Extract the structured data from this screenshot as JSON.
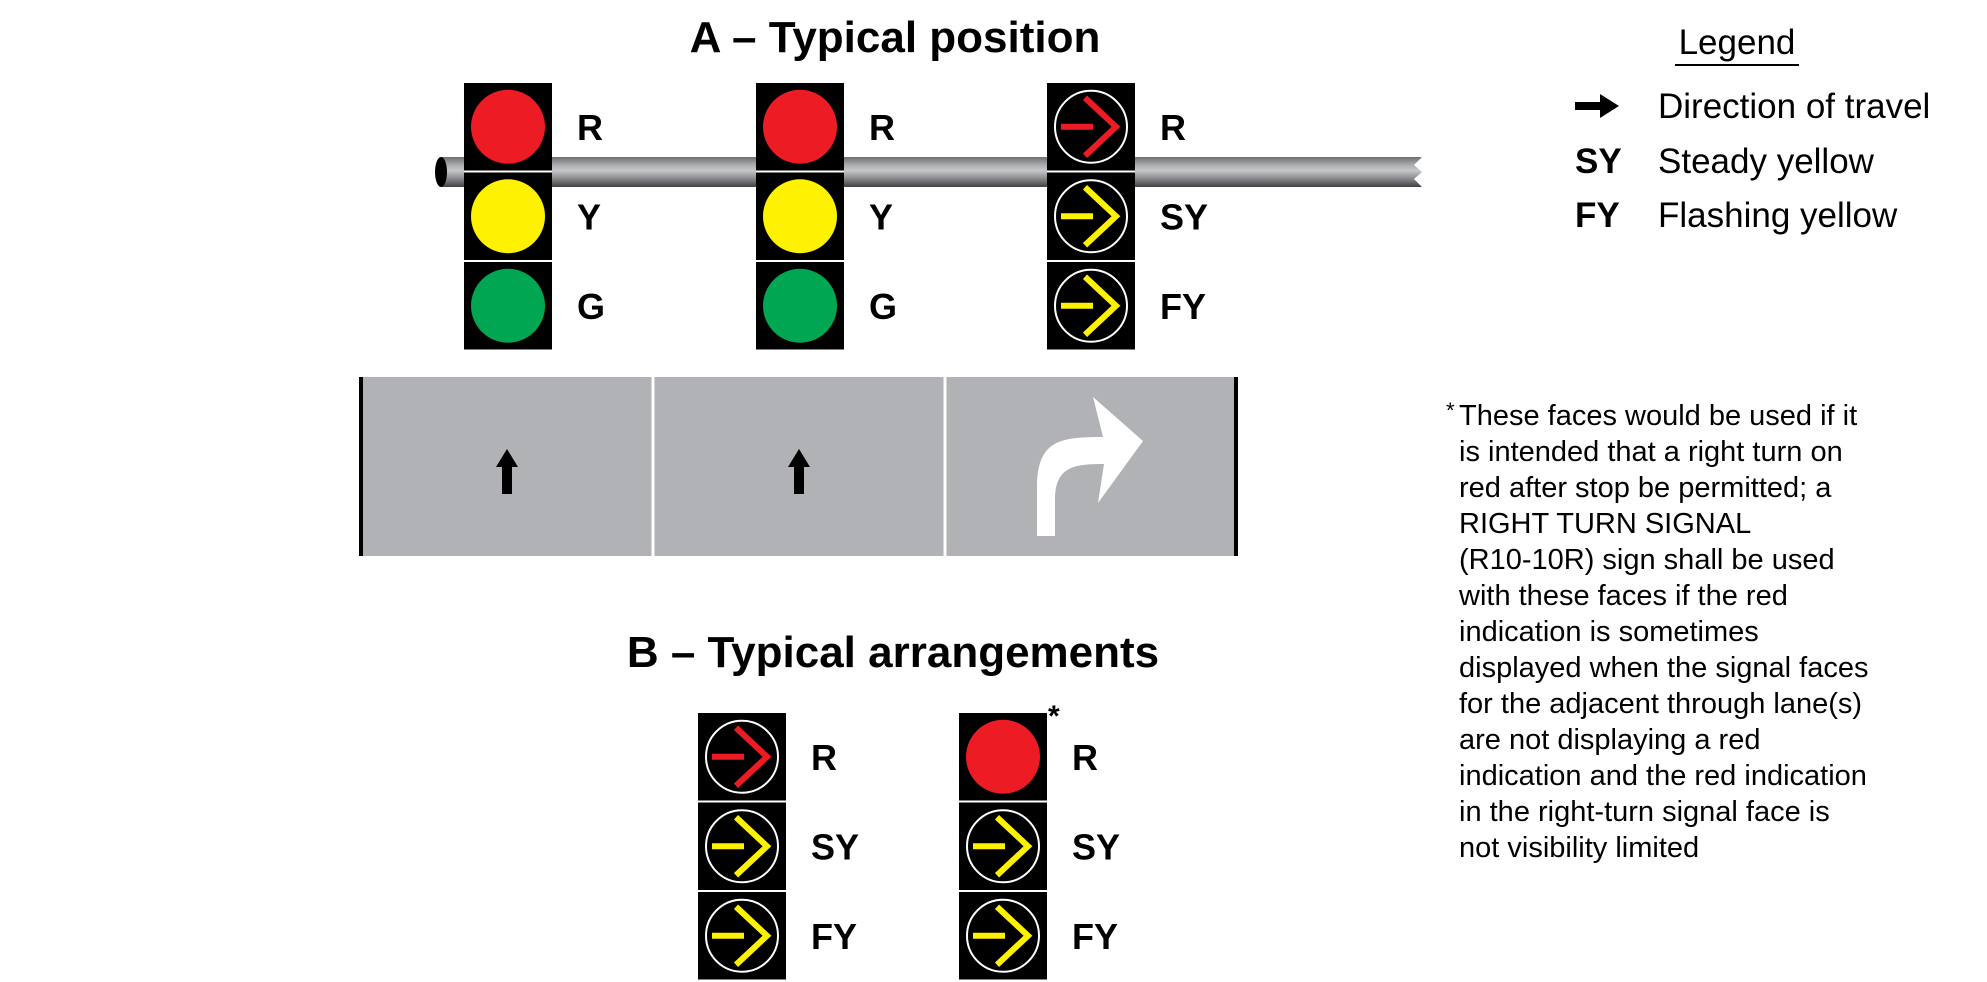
{
  "colors": {
    "red": "#ED1C24",
    "yellow": "#FFF200",
    "green": "#00A651",
    "housing": "#000000",
    "lane": "#B1B2B5",
    "lane_divider": "#FFFFFF",
    "edge_line": "#000000",
    "turn_arrow": "#FFFFFF",
    "lane_arrow": "#000000"
  },
  "section_a": {
    "title": "A – Typical position",
    "signal_faces": [
      {
        "id": "through-left",
        "indications": [
          {
            "type": "ball",
            "color": "red",
            "label": "R"
          },
          {
            "type": "ball",
            "color": "yellow",
            "label": "Y"
          },
          {
            "type": "ball",
            "color": "green",
            "label": "G"
          }
        ]
      },
      {
        "id": "through-right",
        "indications": [
          {
            "type": "ball",
            "color": "red",
            "label": "R"
          },
          {
            "type": "ball",
            "color": "yellow",
            "label": "Y"
          },
          {
            "type": "ball",
            "color": "green",
            "label": "G"
          }
        ]
      },
      {
        "id": "right-turn",
        "indications": [
          {
            "type": "right-arrow",
            "color": "red",
            "label": "R"
          },
          {
            "type": "right-arrow",
            "color": "yellow",
            "label": "SY"
          },
          {
            "type": "right-arrow",
            "color": "yellow",
            "label": "FY"
          }
        ]
      }
    ],
    "lanes": [
      {
        "movement": "through",
        "icon": "up-arrow-icon"
      },
      {
        "movement": "through",
        "icon": "up-arrow-icon"
      },
      {
        "movement": "right-turn",
        "icon": "right-turn-arrow-icon"
      }
    ]
  },
  "section_b": {
    "title": "B – Typical arrangements",
    "signal_faces": [
      {
        "id": "arrangement-1",
        "footnote_mark": "",
        "indications": [
          {
            "type": "right-arrow",
            "color": "red",
            "label": "R"
          },
          {
            "type": "right-arrow",
            "color": "yellow",
            "label": "SY"
          },
          {
            "type": "right-arrow",
            "color": "yellow",
            "label": "FY"
          }
        ]
      },
      {
        "id": "arrangement-2",
        "footnote_mark": "*",
        "indications": [
          {
            "type": "ball",
            "color": "red",
            "label": "R"
          },
          {
            "type": "right-arrow",
            "color": "yellow",
            "label": "SY"
          },
          {
            "type": "right-arrow",
            "color": "yellow",
            "label": "FY"
          }
        ]
      }
    ]
  },
  "legend": {
    "title": "Legend",
    "items": [
      {
        "symbol": "→",
        "symbol_icon": "direction-arrow-icon",
        "text": "Direction of travel"
      },
      {
        "symbol": "SY",
        "text": "Steady yellow"
      },
      {
        "symbol": "FY",
        "text": "Flashing yellow"
      }
    ]
  },
  "footnote": {
    "mark": "*",
    "lines": [
      "These faces would be used if it",
      "is intended that a right turn on",
      "red after stop be permitted; a",
      "RIGHT TURN SIGNAL",
      "(R10-10R) sign shall be used",
      "with these faces if the red",
      "indication is sometimes",
      "displayed when the signal faces",
      "for the adjacent through lane(s)",
      "are not displaying a red",
      "indication and the red indication",
      "in the right-turn signal face is",
      "not visibility limited"
    ]
  }
}
